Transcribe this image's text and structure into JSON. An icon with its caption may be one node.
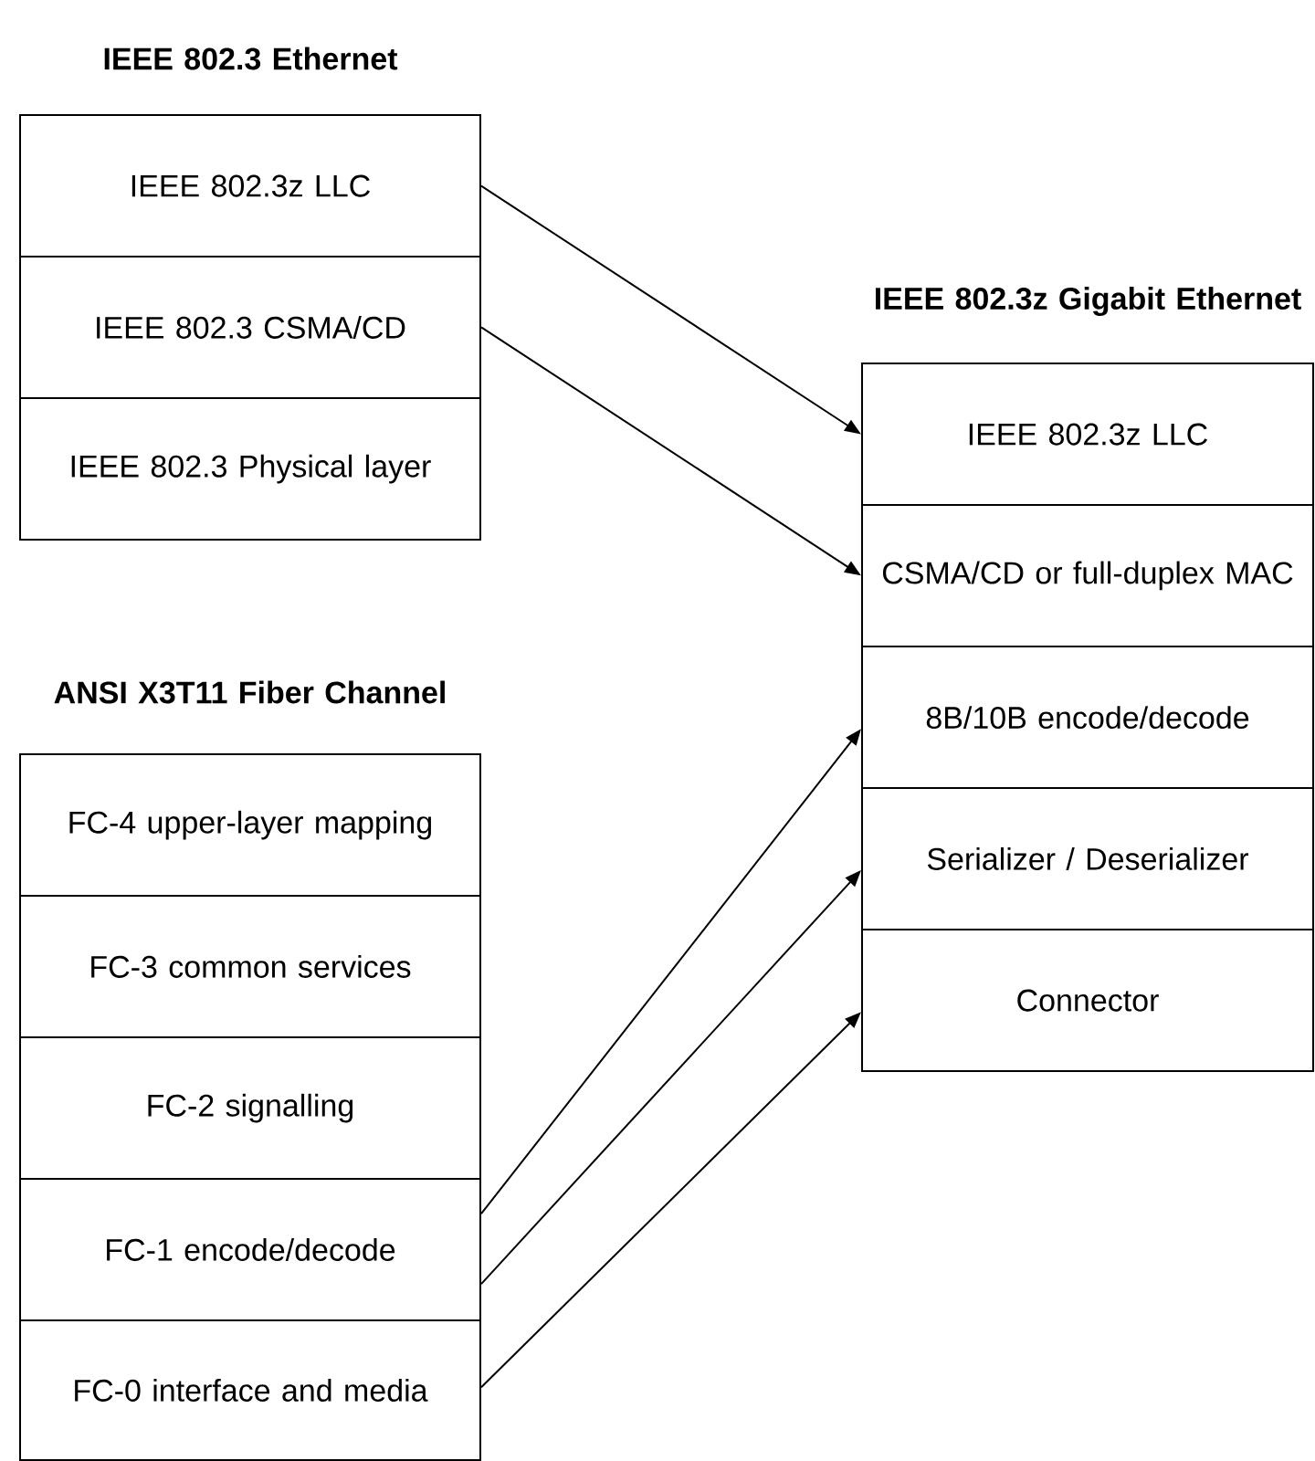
{
  "diagram": {
    "nodes": [
      {
        "text": [
          "IEEE 802.3 Ethernet"
        ]
      },
      {
        "text": [
          "IEEE 802.3z LLC"
        ],
        "in": 0
      },
      {
        "text": [
          "IEEE 802.3 CSMA/CD"
        ],
        "in": 0
      },
      {
        "text": [
          "IEEE 802.3 Physical layer"
        ],
        "in": 0
      },
      {
        "text": [
          "IEEE 802.3z Gigabit Ethernet"
        ]
      },
      {
        "text": [
          "IEEE 802.3z LLC"
        ],
        "in": 4
      },
      {
        "text": [
          "CSMA/CD or full-duplex MAC"
        ],
        "in": 4
      },
      {
        "text": [
          "8B/10B encode/decode"
        ],
        "in": 4
      },
      {
        "text": [
          "Serializer / Deserializer"
        ],
        "in": 4
      },
      {
        "text": [
          "Connector"
        ],
        "in": 4
      },
      {
        "text": [
          "ANSI X3T11 Fiber Channel"
        ]
      },
      {
        "text": [
          "FC-4 upper-layer mapping"
        ],
        "in": 10
      },
      {
        "text": [
          "FC-3 common services"
        ],
        "in": 10
      },
      {
        "text": [
          "FC-2 signalling"
        ],
        "in": 10
      },
      {
        "text": [
          "FC-1 encode/decode"
        ],
        "in": 10
      },
      {
        "text": [
          "FC-0 interface and media"
        ],
        "in": 10
      }
    ],
    "edges": [
      {
        "from": 1,
        "to": 5,
        "arrow": "to"
      },
      {
        "from": 2,
        "to": 6,
        "arrow": "to"
      },
      {
        "from": 14,
        "to": 7,
        "arrow": "to"
      },
      {
        "from": 14,
        "to": 8,
        "arrow": "to"
      },
      {
        "from": 15,
        "to": 9,
        "arrow": "to"
      }
    ]
  }
}
